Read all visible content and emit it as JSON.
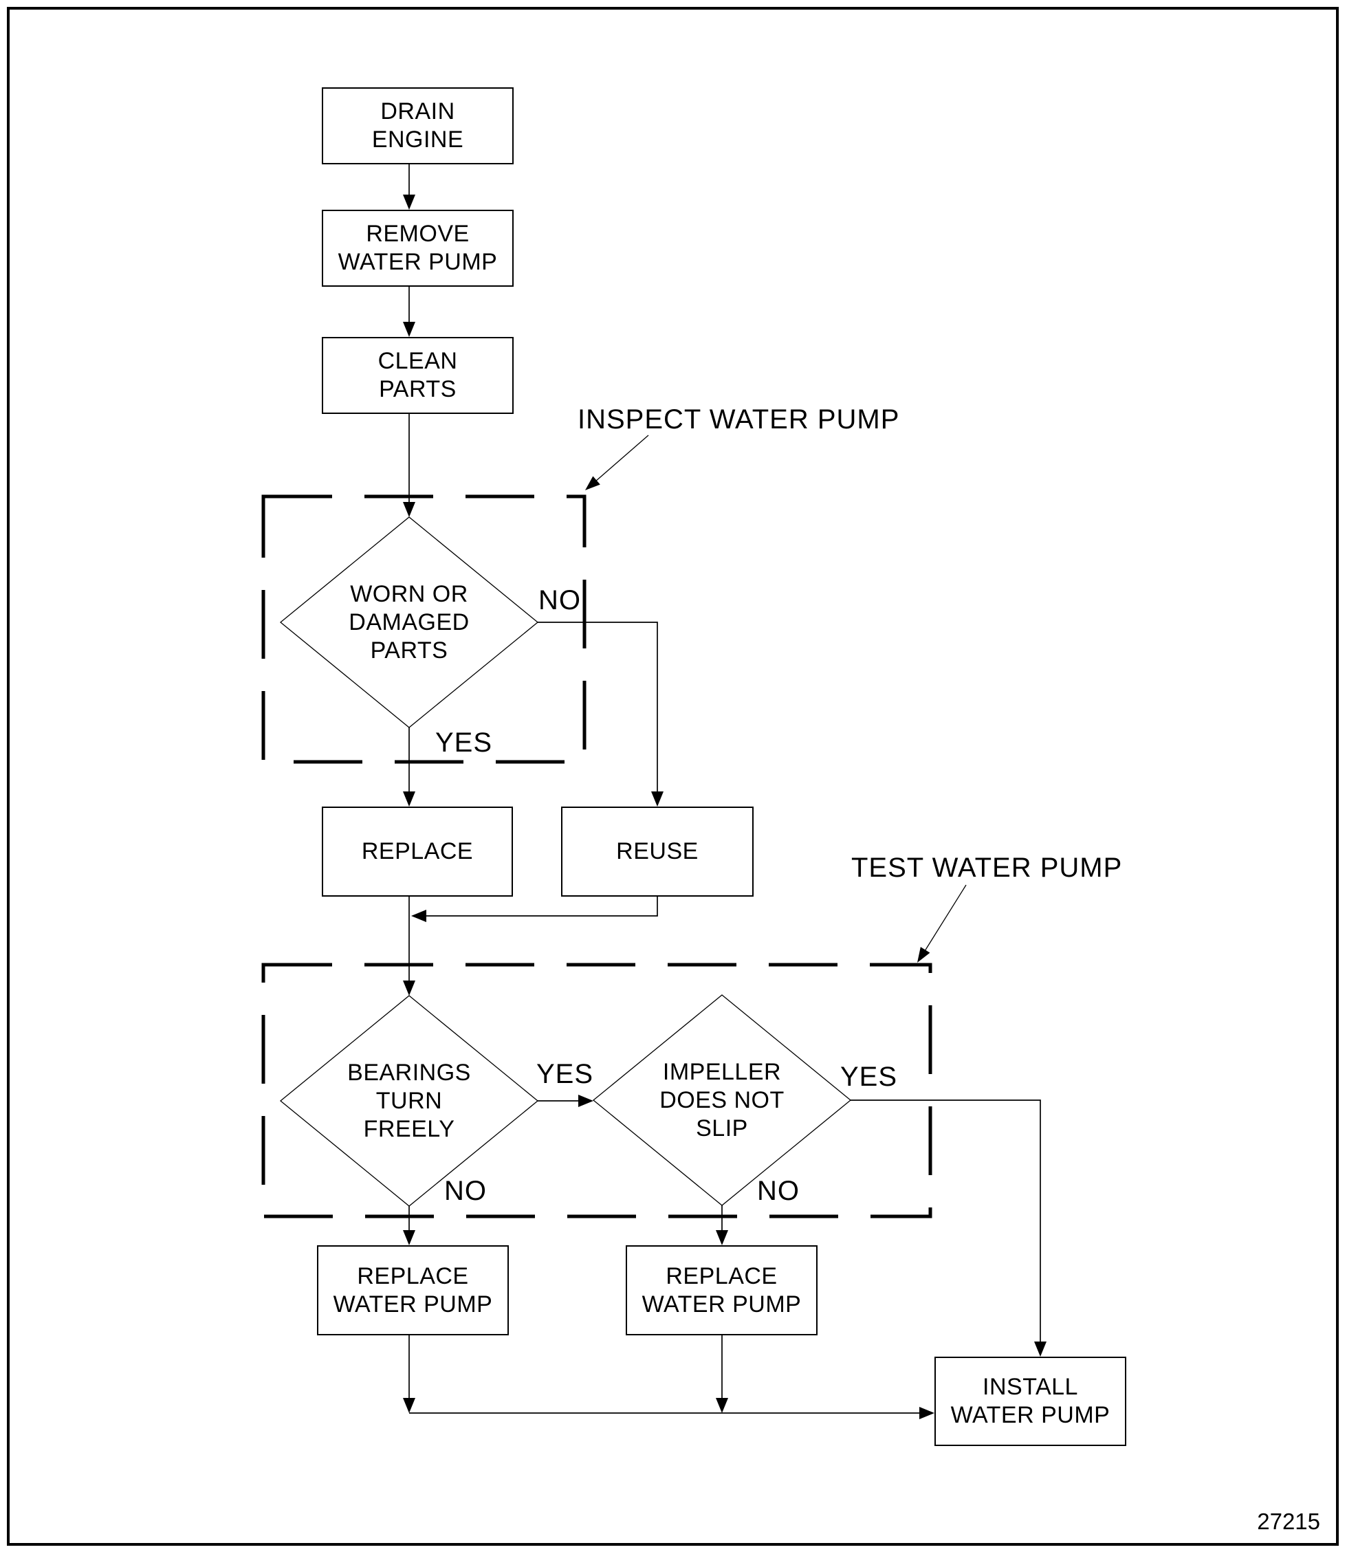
{
  "page": {
    "background": "#ffffff",
    "line_color": "#000000",
    "figure_number": "27215"
  },
  "flowchart": {
    "boxes": [
      {
        "id": "drain-engine",
        "label": "DRAIN\nENGINE"
      },
      {
        "id": "remove-water-pump",
        "label": "REMOVE\nWATER PUMP"
      },
      {
        "id": "clean-parts",
        "label": "CLEAN\nPARTS"
      },
      {
        "id": "replace",
        "label": "REPLACE"
      },
      {
        "id": "reuse",
        "label": "REUSE"
      },
      {
        "id": "replace-water-pump-left",
        "label": "REPLACE\nWATER PUMP"
      },
      {
        "id": "replace-water-pump-right",
        "label": "REPLACE\nWATER PUMP"
      },
      {
        "id": "install-water-pump",
        "label": "INSTALL\nWATER PUMP"
      }
    ],
    "decisions": [
      {
        "id": "worn-or-damaged-parts",
        "label": "WORN OR\nDAMAGED\nPARTS"
      },
      {
        "id": "bearings-turn-freely",
        "label": "BEARINGS\nTURN\nFREELY"
      },
      {
        "id": "impeller-does-not-slip",
        "label": "IMPELLER\nDOES NOT\nSLIP"
      }
    ],
    "groups": [
      {
        "id": "inspect-water-pump",
        "label": "INSPECT WATER PUMP"
      },
      {
        "id": "test-water-pump",
        "label": "TEST WATER PUMP"
      }
    ],
    "edge_labels": {
      "worn_no": "NO",
      "worn_yes": "YES",
      "bearings_yes": "YES",
      "bearings_no": "NO",
      "impeller_yes": "YES",
      "impeller_no": "NO"
    },
    "edges": [
      {
        "from": "drain-engine",
        "to": "remove-water-pump",
        "label": ""
      },
      {
        "from": "remove-water-pump",
        "to": "clean-parts",
        "label": ""
      },
      {
        "from": "clean-parts",
        "to": "worn-or-damaged-parts",
        "label": ""
      },
      {
        "from": "worn-or-damaged-parts",
        "to": "reuse",
        "label": "NO"
      },
      {
        "from": "worn-or-damaged-parts",
        "to": "replace",
        "label": "YES"
      },
      {
        "from": "reuse",
        "to": "bearings-turn-freely",
        "label": ""
      },
      {
        "from": "replace",
        "to": "bearings-turn-freely",
        "label": ""
      },
      {
        "from": "bearings-turn-freely",
        "to": "impeller-does-not-slip",
        "label": "YES"
      },
      {
        "from": "bearings-turn-freely",
        "to": "replace-water-pump-left",
        "label": "NO"
      },
      {
        "from": "impeller-does-not-slip",
        "to": "replace-water-pump-right",
        "label": "NO"
      },
      {
        "from": "impeller-does-not-slip",
        "to": "install-water-pump",
        "label": "YES"
      },
      {
        "from": "replace-water-pump-left",
        "to": "install-water-pump",
        "label": ""
      },
      {
        "from": "replace-water-pump-right",
        "to": "install-water-pump",
        "label": ""
      }
    ]
  }
}
